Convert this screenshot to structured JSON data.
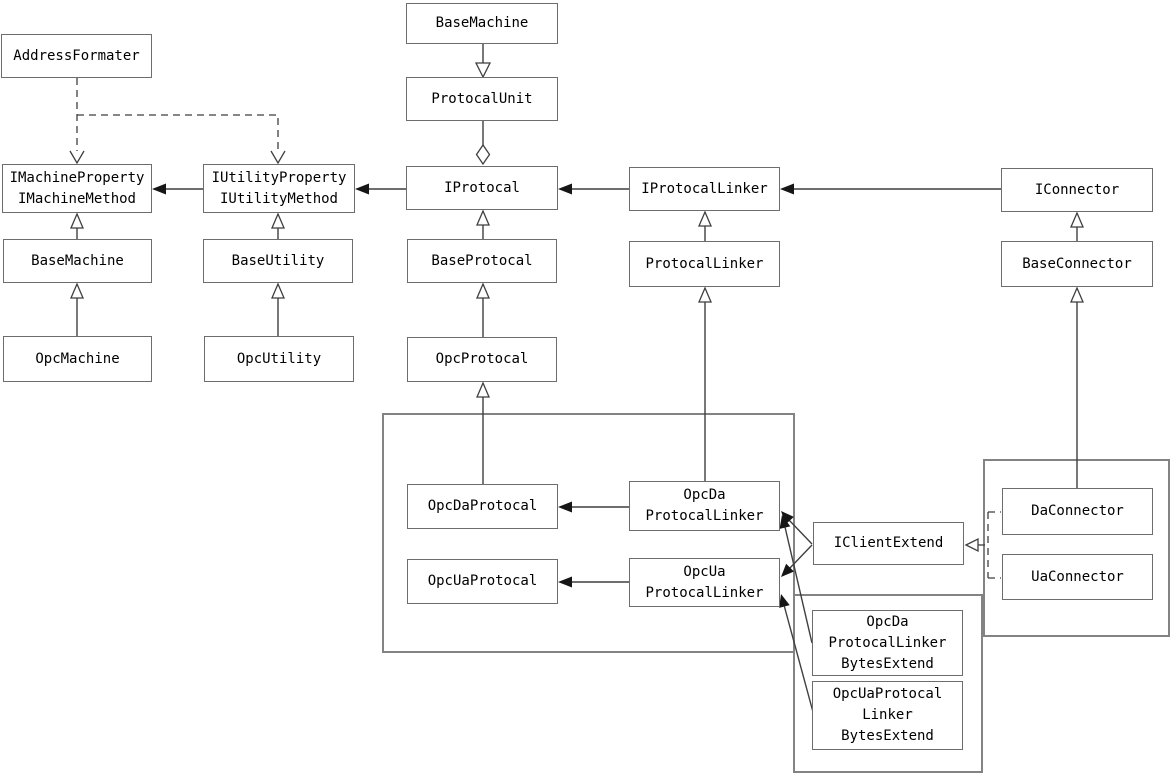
{
  "diagram": {
    "type": "uml-class-diagram",
    "background": "#ffffff",
    "colors": {
      "box_border": "#6d6d6d",
      "container_border": "#838383",
      "box_fill": "#ffffff",
      "connector_line": "#3f3f3f",
      "arrow_fill": "#161616",
      "text": "#000000"
    },
    "nodes": {
      "address_formater": {
        "label": "AddressFormater"
      },
      "i_machine": {
        "line1": "IMachineProperty",
        "line2": "IMachineMethod"
      },
      "i_utility": {
        "line1": "IUtilityProperty",
        "line2": "IUtilityMethod"
      },
      "base_machine_left": {
        "label": "BaseMachine"
      },
      "base_utility": {
        "label": "BaseUtility"
      },
      "opc_machine": {
        "label": "OpcMachine"
      },
      "opc_utility": {
        "label": "OpcUtility"
      },
      "base_machine_top": {
        "label": "BaseMachine"
      },
      "protocal_unit": {
        "label": "ProtocalUnit"
      },
      "i_protocal": {
        "label": "IProtocal"
      },
      "base_protocal": {
        "label": "BaseProtocal"
      },
      "opc_protocal": {
        "label": "OpcProtocal"
      },
      "i_protocal_linker": {
        "label": "IProtocalLinker"
      },
      "protocal_linker": {
        "label": "ProtocalLinker"
      },
      "i_connector": {
        "label": "IConnector"
      },
      "base_connector": {
        "label": "BaseConnector"
      },
      "opc_da_protocal": {
        "label": "OpcDaProtocal"
      },
      "opc_ua_protocal": {
        "label": "OpcUaProtocal"
      },
      "opc_da_protocal_linker": {
        "line1": "OpcDa",
        "line2": "ProtocalLinker"
      },
      "opc_ua_protocal_linker": {
        "line1": "OpcUa",
        "line2": "ProtocalLinker"
      },
      "i_client_extend": {
        "label": "IClientExtend"
      },
      "da_connector": {
        "label": "DaConnector"
      },
      "ua_connector": {
        "label": "UaConnector"
      },
      "opc_da_protocal_linker_bytes_extend": {
        "line1": "OpcDa",
        "line2": "ProtocalLinker",
        "line3": "BytesExtend"
      },
      "opc_ua_protocal_linker_bytes_extend": {
        "line1": "OpcUaProtocal",
        "line2": "Linker",
        "line3": "BytesExtend"
      }
    },
    "edges": [
      {
        "from": "BaseMachine",
        "to": "ProtocalUnit",
        "type": "generalization"
      },
      {
        "from": "ProtocalUnit",
        "to": "IProtocal",
        "type": "aggregation"
      },
      {
        "from": "IProtocalLinker",
        "to": "IProtocal",
        "type": "association"
      },
      {
        "from": "IProtocal",
        "to": "IUtilityProperty/IUtilityMethod",
        "type": "association"
      },
      {
        "from": "IUtilityProperty/IUtilityMethod",
        "to": "IMachineProperty/IMachineMethod",
        "type": "association"
      },
      {
        "from": "IConnector",
        "to": "IProtocalLinker",
        "type": "association"
      },
      {
        "from": "AddressFormater",
        "to": "IMachineProperty/IMachineMethod",
        "type": "dependency"
      },
      {
        "from": "AddressFormater",
        "to": "IUtilityProperty/IUtilityMethod",
        "type": "dependency"
      },
      {
        "from": "BaseMachine",
        "to": "IMachineProperty/IMachineMethod",
        "type": "generalization"
      },
      {
        "from": "OpcMachine",
        "to": "BaseMachine",
        "type": "generalization"
      },
      {
        "from": "BaseUtility",
        "to": "IUtilityProperty/IUtilityMethod",
        "type": "generalization"
      },
      {
        "from": "OpcUtility",
        "to": "BaseUtility",
        "type": "generalization"
      },
      {
        "from": "BaseProtocal",
        "to": "IProtocal",
        "type": "generalization"
      },
      {
        "from": "OpcProtocal",
        "to": "BaseProtocal",
        "type": "generalization"
      },
      {
        "from": "OpcDaProtocal",
        "to": "OpcProtocal",
        "type": "generalization"
      },
      {
        "from": "ProtocalLinker",
        "to": "IProtocalLinker",
        "type": "generalization"
      },
      {
        "from": "OpcDa ProtocalLinker",
        "to": "ProtocalLinker",
        "type": "generalization"
      },
      {
        "from": "BaseConnector",
        "to": "IConnector",
        "type": "generalization"
      },
      {
        "from": "DaConnector",
        "to": "BaseConnector",
        "type": "generalization"
      },
      {
        "from": "OpcDa ProtocalLinker",
        "to": "OpcDaProtocal",
        "type": "association"
      },
      {
        "from": "OpcUa ProtocalLinker",
        "to": "OpcUaProtocal",
        "type": "association"
      },
      {
        "from": "IClientExtend",
        "to": "OpcDa ProtocalLinker",
        "type": "association"
      },
      {
        "from": "IClientExtend",
        "to": "OpcUa ProtocalLinker",
        "type": "association"
      },
      {
        "from": "OpcDa ProtocalLinker BytesExtend",
        "to": "OpcDa ProtocalLinker",
        "type": "association"
      },
      {
        "from": "OpcUaProtocal Linker BytesExtend",
        "to": "OpcUa ProtocalLinker",
        "type": "association"
      },
      {
        "from": "DaConnector",
        "to": "IClientExtend",
        "type": "realization"
      },
      {
        "from": "UaConnector",
        "to": "IClientExtend",
        "type": "realization"
      }
    ]
  }
}
